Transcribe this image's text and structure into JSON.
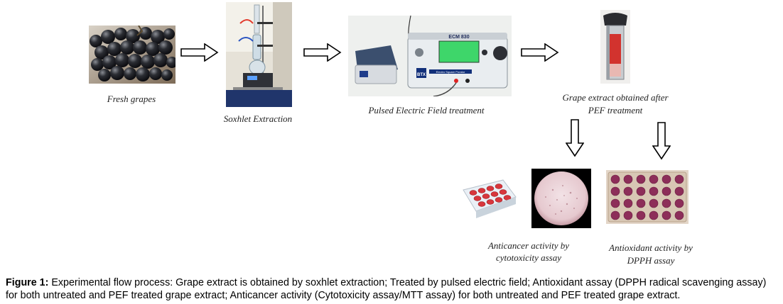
{
  "labels": {
    "fresh_grapes": "Fresh grapes",
    "soxhlet": "Soxhlet Extraction",
    "pef": "Pulsed Electric Field treatment",
    "extract_line1": "Grape extract obtained after",
    "extract_line2": "PEF treatment",
    "anticancer_line1": "Anticancer activity by",
    "anticancer_line2": "cytotoxicity assay",
    "antioxidant_line1": "Antioxidant activity by",
    "antioxidant_line2": "DPPH assay"
  },
  "device": {
    "model": "ECM 830",
    "brand": "BTX",
    "subtitle": "Electro Square Porator"
  },
  "caption": {
    "prefix": "Figure 1:",
    "text": " Experimental flow process: Grape extract is obtained by soxhlet extraction; Treated by pulsed electric field; Antioxidant assay (DPPH radical scavenging assay) for both untreated and PEF treated grape extract; Anticancer activity (Cytotoxicity assay/MTT assay) for both untreated and PEF treated grape extract."
  }
}
